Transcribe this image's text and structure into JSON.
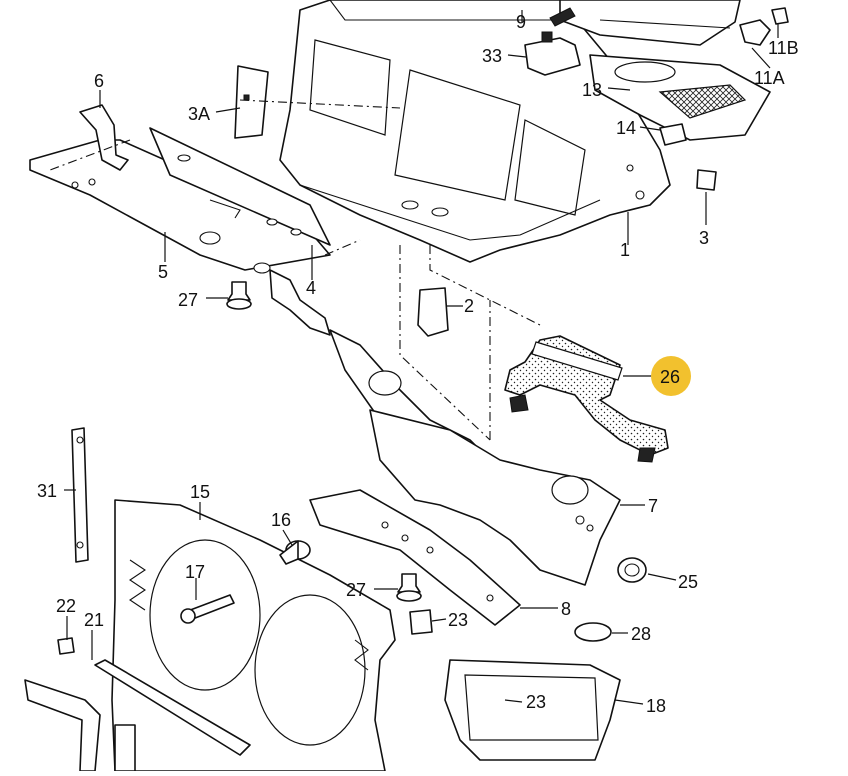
{
  "callouts": [
    {
      "id": "1",
      "label": "1"
    },
    {
      "id": "2",
      "label": "2"
    },
    {
      "id": "3",
      "label": "3"
    },
    {
      "id": "3A",
      "label": "3A"
    },
    {
      "id": "4",
      "label": "4"
    },
    {
      "id": "5",
      "label": "5"
    },
    {
      "id": "6",
      "label": "6"
    },
    {
      "id": "7",
      "label": "7"
    },
    {
      "id": "8",
      "label": "8"
    },
    {
      "id": "9",
      "label": "9"
    },
    {
      "id": "11A",
      "label": "11A"
    },
    {
      "id": "11B",
      "label": "11B"
    },
    {
      "id": "13",
      "label": "13"
    },
    {
      "id": "14",
      "label": "14"
    },
    {
      "id": "15",
      "label": "15"
    },
    {
      "id": "16",
      "label": "16"
    },
    {
      "id": "17",
      "label": "17"
    },
    {
      "id": "18",
      "label": "18"
    },
    {
      "id": "21",
      "label": "21"
    },
    {
      "id": "22",
      "label": "22"
    },
    {
      "id": "23a",
      "label": "23"
    },
    {
      "id": "23b",
      "label": "23"
    },
    {
      "id": "25",
      "label": "25"
    },
    {
      "id": "26",
      "label": "26"
    },
    {
      "id": "27a",
      "label": "27"
    },
    {
      "id": "27b",
      "label": "27"
    },
    {
      "id": "28",
      "label": "28"
    },
    {
      "id": "31",
      "label": "31"
    },
    {
      "id": "33",
      "label": "33"
    }
  ],
  "highlight": {
    "callout": "26",
    "color": "#f2c12e"
  },
  "colors": {
    "line": "#111111",
    "background": "#ffffff"
  }
}
